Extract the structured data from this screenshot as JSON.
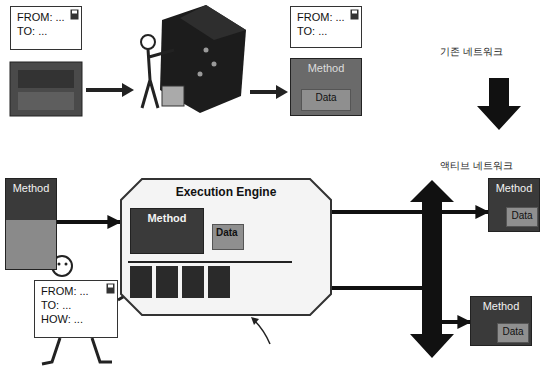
{
  "diagram": {
    "nodes": [
      {
        "text": [
          "FROM: ...",
          "TO: ..."
        ]
      },
      {
        "text": [
          "FROM: ...",
          "TO: ..."
        ]
      },
      {
        "text": [
          "Method"
        ]
      },
      {
        "text": [
          "Data"
        ],
        "in": 2
      },
      {
        "text": [
          "Method"
        ]
      },
      {
        "text": [
          "Execution Engine"
        ]
      },
      {
        "text": [
          "Method"
        ],
        "in": 5
      },
      {
        "text": [
          "Data"
        ],
        "in": 5
      },
      {
        "text": [
          "FROM: ...",
          "TO: ...",
          "HOW: ..."
        ]
      },
      {
        "text": [
          "Method"
        ]
      },
      {
        "text": [
          "Data"
        ],
        "in": 9
      },
      {
        "text": [
          "Method"
        ]
      },
      {
        "text": [
          "Data"
        ],
        "in": 11
      }
    ],
    "edges": [
      {
        "from": 4,
        "to": 5,
        "arrow": "to"
      },
      {
        "from": 5,
        "to": 9,
        "arrow": "to"
      },
      {
        "from": 5,
        "to": 11,
        "arrow": "to"
      }
    ],
    "labels": [
      "기존 네트워크",
      "액티브 네트워크"
    ]
  }
}
